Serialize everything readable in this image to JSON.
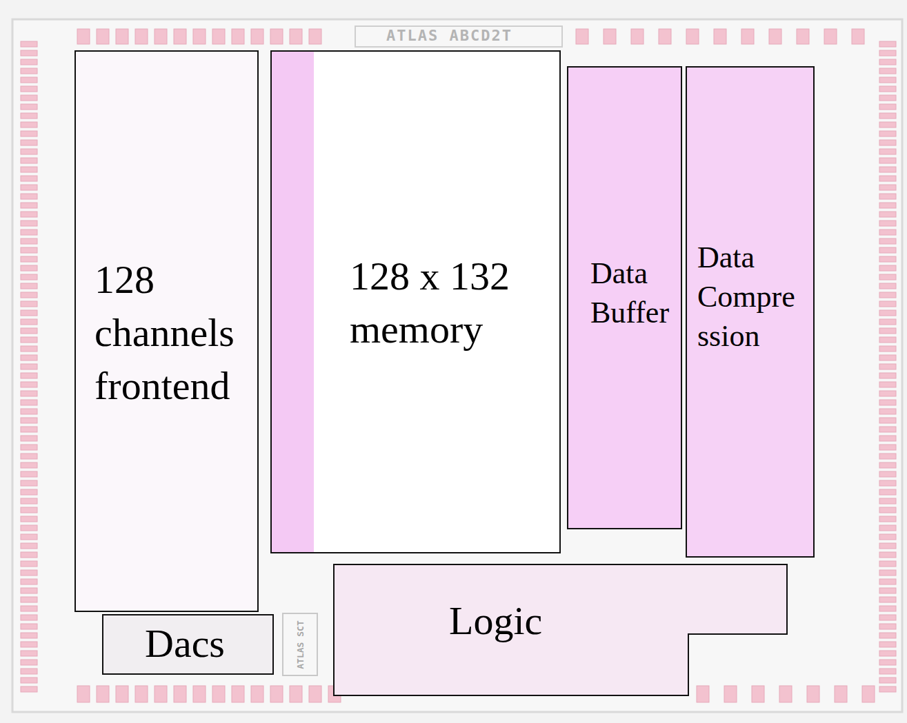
{
  "diagram": {
    "nodes": [
      {
        "text": [
          "128 channels frontend"
        ]
      },
      {
        "text": [
          "128 x 132 memory"
        ]
      },
      {
        "text": [
          "Data Buffer"
        ]
      },
      {
        "text": [
          "Data Compre ssion"
        ]
      },
      {
        "text": [
          "Dacs"
        ]
      },
      {
        "text": [
          "Logic"
        ]
      }
    ],
    "labels": [
      "ATLAS ABCD2T",
      "ATLAS SCT"
    ]
  }
}
